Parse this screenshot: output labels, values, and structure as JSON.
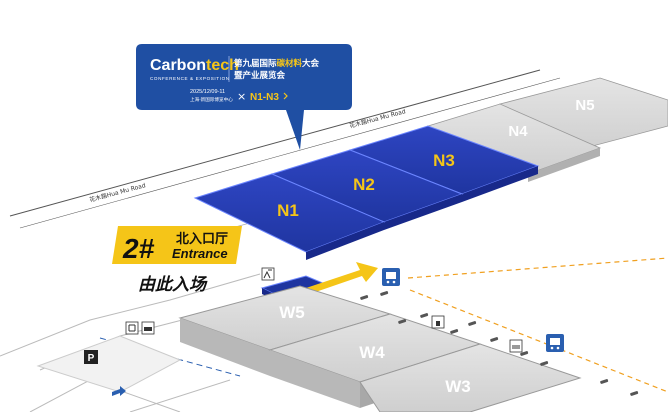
{
  "callout": {
    "brand_prefix": "Carbon",
    "brand_suffix": "tech",
    "brand_tagline": "CONFERENCE & EXPOSITION",
    "event_line1_a": "第九届国际",
    "event_line1_b": "碳材料",
    "event_line1_c": "大会",
    "event_line2": "暨产业展览会",
    "date": "2025/12/09-11",
    "venue": "上海·新国际博览中心",
    "times_symbol": "×",
    "halls_range": "N1-N3"
  },
  "roads": {
    "north_road_left": "花木路Hua Mu Road",
    "north_road_right": "花木路Hua Mu Road"
  },
  "entrance": {
    "number": "2#",
    "cn": "北入口厅",
    "en": "Entrance",
    "enter_here": "由此入场"
  },
  "halls": {
    "exhibition": [
      "N1",
      "N2",
      "N3"
    ],
    "other_north": [
      "N4",
      "N5"
    ],
    "west": [
      "W5",
      "W4",
      "W3"
    ]
  },
  "icons": {
    "parking": "P"
  },
  "colors": {
    "exhibit_blue": "#2338a8",
    "exhibit_blue_top": "#2a3fb8",
    "label_yellow": "#f5c518",
    "callout_blue": "#1f4fa3",
    "gray_hall": "#c9c9c9",
    "route_orange": "#f0a020",
    "bus_blue": "#2a5fb0"
  }
}
